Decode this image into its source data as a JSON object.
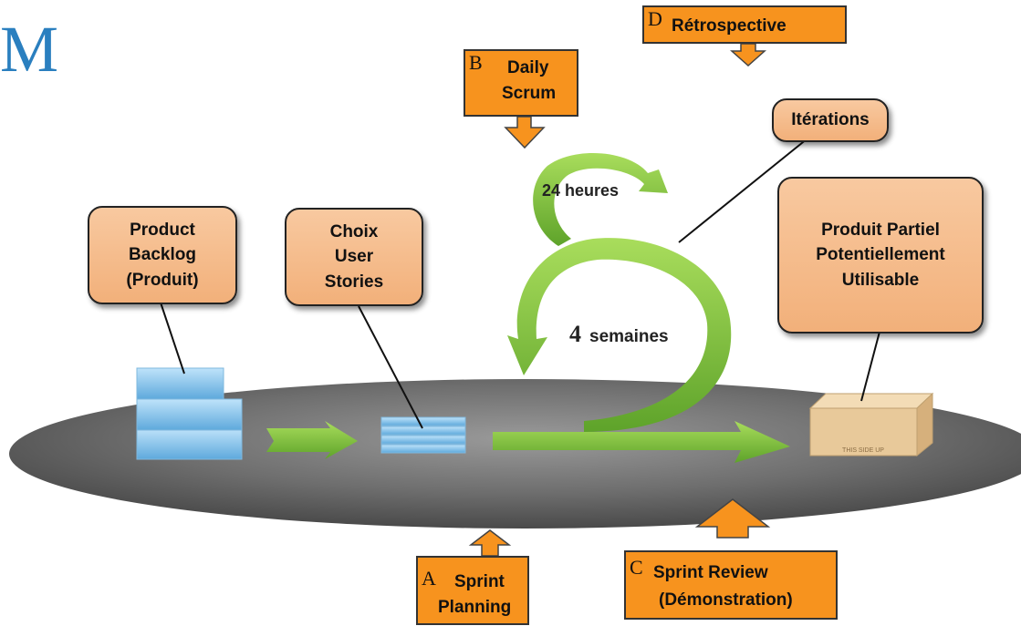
{
  "header_letter": "M",
  "notes": {
    "product_backlog": [
      "Product",
      "Backlog",
      "(Produit)"
    ],
    "choix": [
      "Choix",
      "User",
      "Stories"
    ],
    "iterations": "Itérations",
    "produit": [
      "Produit Partiel",
      "Potentiellement",
      "Utilisable"
    ]
  },
  "boxes": {
    "a": {
      "letter": "A",
      "line1": "Sprint",
      "line2": "Planning"
    },
    "b": {
      "letter": "B",
      "line1": "Daily",
      "line2": "Scrum"
    },
    "c": {
      "letter": "C",
      "line1": "Sprint Review",
      "line2": "(Démonstration)"
    },
    "d": {
      "letter": "D",
      "line1": "Rétrospective"
    }
  },
  "loop_labels": {
    "small": "24 heures",
    "big_num": "4",
    "big_unit": "semaines"
  },
  "box_label": "THIS SIDE UP",
  "colors": {
    "orange": "#f7931e",
    "note": "#f2b07a",
    "green": "#7bc242",
    "blue": "#6fb7e8",
    "disc": "#707070",
    "title_blue": "#2a7fbf"
  }
}
